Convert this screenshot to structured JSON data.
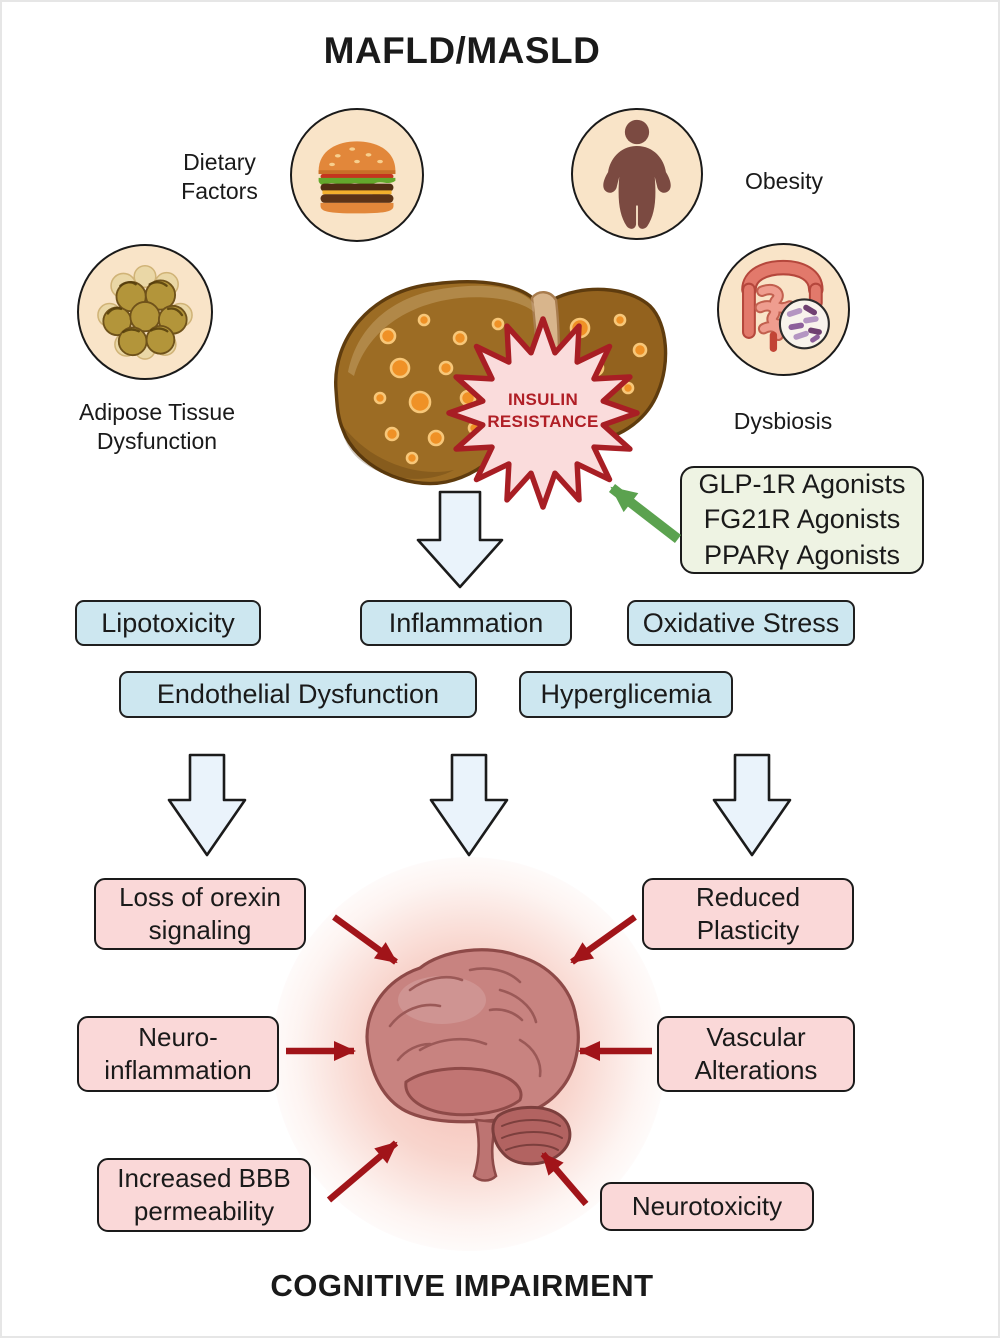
{
  "title": "MAFLD/MASLD",
  "outcome": "COGNITIVE IMPAIRMENT",
  "factors": {
    "dietary": {
      "label": "Dietary\nFactors",
      "icon": "burger-icon"
    },
    "obesity": {
      "label": "Obesity",
      "icon": "obese-person-icon"
    },
    "adipose": {
      "label": "Adipose Tissue\nDysfunction",
      "icon": "adipose-tissue-icon"
    },
    "dysbiosis": {
      "label": "Dysbiosis",
      "icon": "intestine-microbiome-icon"
    }
  },
  "liver": {
    "icon": "fatty-liver-icon",
    "starburst_label": "INSULIN\nRESISTANCE"
  },
  "treatments": {
    "lines": [
      "GLP-1R Agonists",
      "FG21R Agonists",
      "PPARγ Agonists"
    ]
  },
  "mechanisms": [
    "Lipotoxicity",
    "Inflammation",
    "Oxidative Stress",
    "Endothelial Dysfunction",
    "Hyperglicemia"
  ],
  "brain_effects": [
    "Loss of orexin\nsignaling",
    "Reduced\nPlasticity",
    "Neuro-\ninflammation",
    "Vascular\nAlterations",
    "Increased BBB\npermeability",
    "Neurotoxicity"
  ],
  "colors": {
    "circle_fill": "#f9e4c8",
    "blue_box_fill": "#cde7f0",
    "pink_box_fill": "#fad8d8",
    "agonist_box_fill": "#eef3e3",
    "starburst_fill": "#fadcdc",
    "starburst_stroke": "#a81e24",
    "red_arrow": "#a11419",
    "green_arrow": "#5ba24f",
    "blue_arrow_fill": "#eaf3fb"
  }
}
